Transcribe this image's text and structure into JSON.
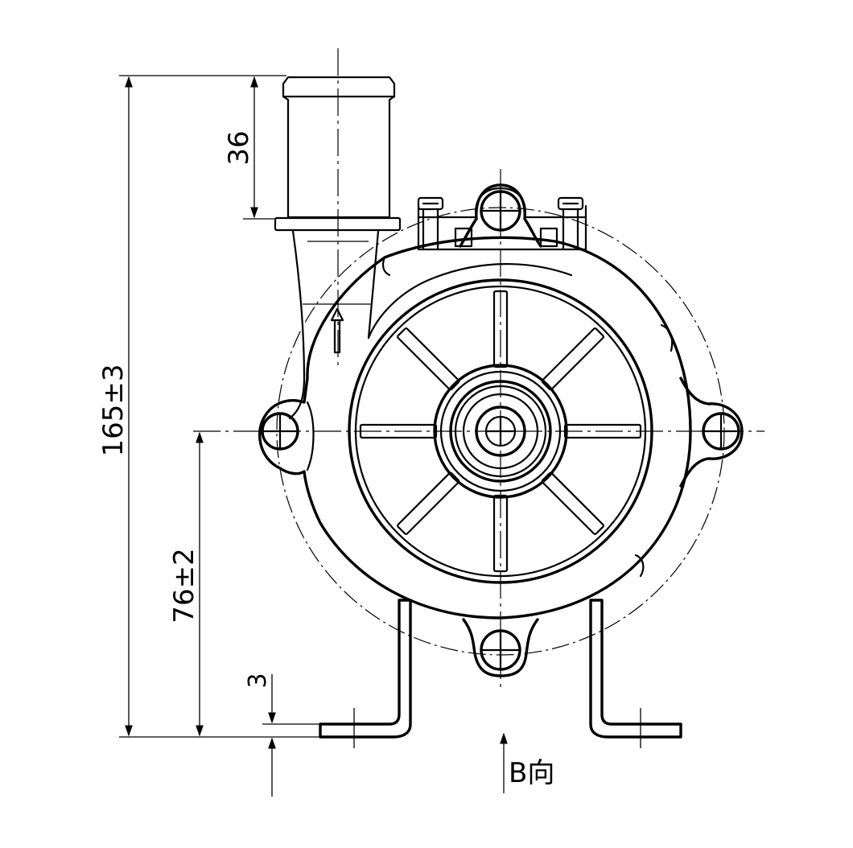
{
  "dimensions": {
    "overall_height": "165±3",
    "center_height": "76±2",
    "outlet_length": "36",
    "bracket_thickness": "3"
  },
  "view_label": "B向"
}
